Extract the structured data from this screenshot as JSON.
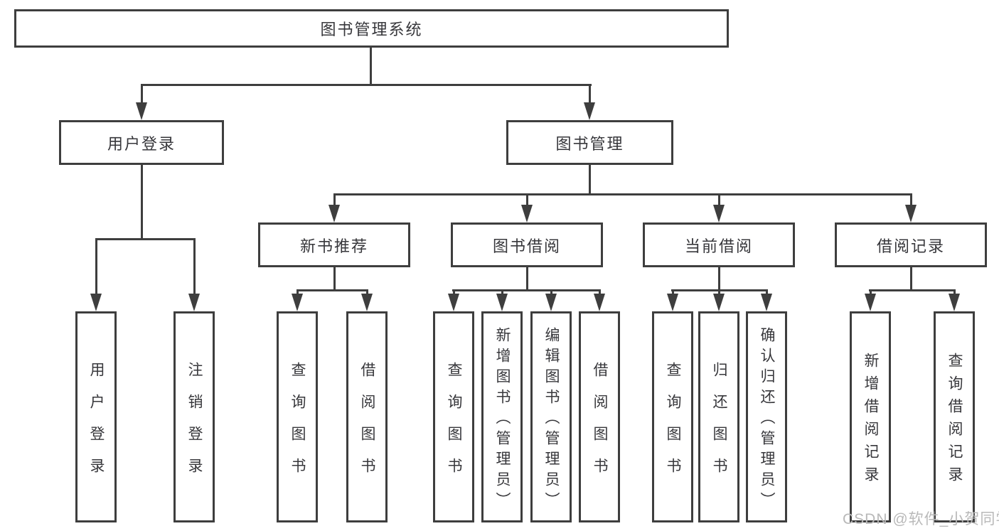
{
  "labels": {
    "root": "图书管理系统",
    "user_login": "用户登录",
    "book_mgmt": "图书管理",
    "new_book": "新书推荐",
    "book_borrow": "图书借阅",
    "current_borrow": "当前借阅",
    "borrow_record": "借阅记录"
  },
  "leaves": {
    "user_login": [
      "用户登录",
      "注销登录"
    ],
    "new_book": [
      "查询图书",
      "借阅图书"
    ],
    "book_borrow": [
      "查询图书",
      "新增图书（管理员）",
      "编辑图书（管理员）",
      "借阅图书"
    ],
    "current_borrow": [
      "查询图书",
      "归还图书",
      "确认归还（管理员）"
    ],
    "borrow_record": [
      "新增借阅记录",
      "查询借阅记录"
    ]
  },
  "watermark": {
    "text": "CSDN @软件_小贺同学"
  },
  "colors": {
    "line": "#3e3e3e",
    "text": "#37373b",
    "background": "#ffffff",
    "watermark": "#b9b9b9"
  }
}
